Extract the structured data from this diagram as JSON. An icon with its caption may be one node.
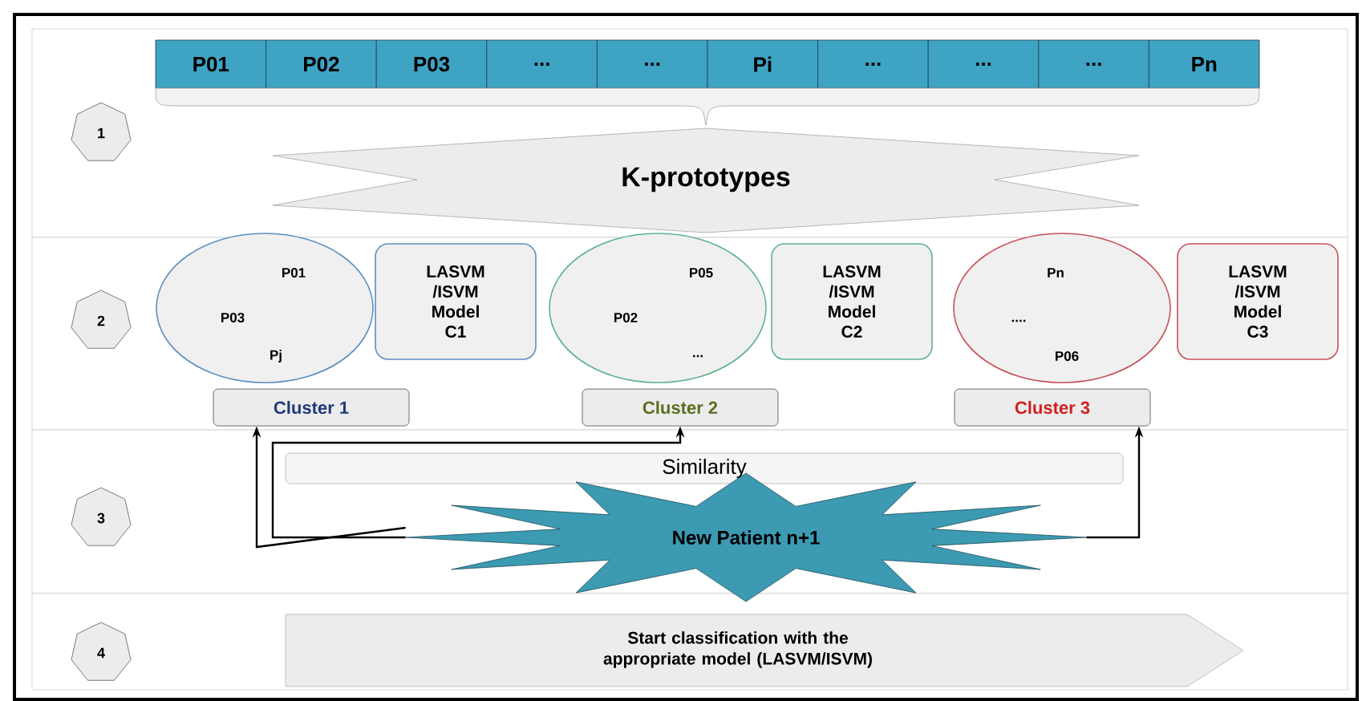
{
  "diagram": {
    "nodes": [
      {
        "text": [
          "P01"
        ]
      },
      {
        "text": [
          "P02"
        ]
      },
      {
        "text": [
          "P03"
        ]
      },
      {
        "text": [
          "..."
        ]
      },
      {
        "text": [
          "..."
        ]
      },
      {
        "text": [
          "Pi"
        ]
      },
      {
        "text": [
          "..."
        ]
      },
      {
        "text": [
          "..."
        ]
      },
      {
        "text": [
          "..."
        ]
      },
      {
        "text": [
          "Pn"
        ]
      },
      {
        "text": [
          "1"
        ]
      },
      {
        "text": [
          "K-prototypes"
        ]
      },
      {
        "text": [
          "2"
        ]
      },
      {
        "text": [
          "P01",
          "P03",
          "Pj"
        ]
      },
      {
        "text": [
          "LASVM /ISVM Model C1"
        ]
      },
      {
        "text": [
          "P05",
          "P02",
          "..."
        ]
      },
      {
        "text": [
          "LASVM /ISVM Model C2"
        ]
      },
      {
        "text": [
          "Pn",
          "....",
          "P06"
        ]
      },
      {
        "text": [
          "LASVM /ISVM Model C3"
        ]
      },
      {
        "text": [
          "Cluster 1"
        ]
      },
      {
        "text": [
          "Cluster 2"
        ]
      },
      {
        "text": [
          "Cluster 3"
        ]
      },
      {
        "text": [
          "3"
        ]
      },
      {
        "text": [
          "Similarity"
        ]
      },
      {
        "text": [
          "New Patient n+1"
        ]
      },
      {
        "text": [
          "4"
        ]
      },
      {
        "text": [
          "Start classification with the appropriate model (LASVM/ISVM)"
        ]
      }
    ],
    "edges": [
      {
        "from": 24,
        "to": 19,
        "arrow": "to"
      },
      {
        "from": 24,
        "to": 20,
        "arrow": "to"
      },
      {
        "from": 24,
        "to": 21,
        "arrow": "to"
      }
    ]
  }
}
